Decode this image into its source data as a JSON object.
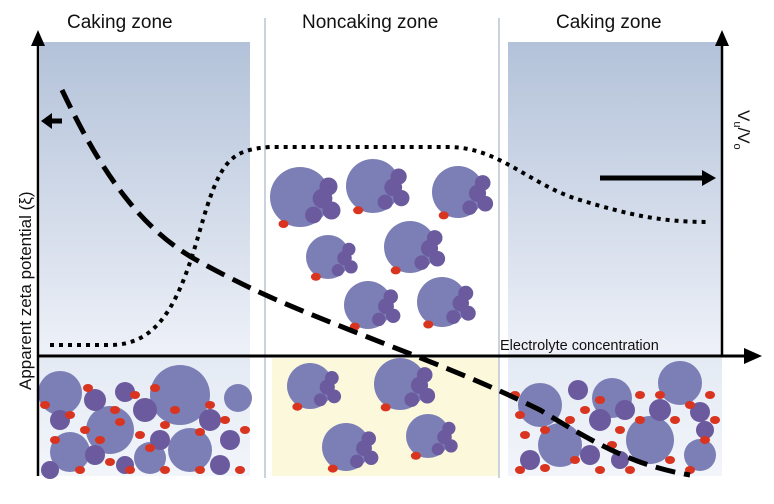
{
  "zones": {
    "left": "Caking zone",
    "middle": "Noncaking zone",
    "right": "Caking zone"
  },
  "axes": {
    "y_left_label": "Apparent zeta potential (ξ)",
    "x_label": "Electrolyte concentration",
    "y_right_label": "V",
    "y_right_sub1": "u",
    "y_right_mid": "/V",
    "y_right_sub2": "o"
  },
  "colors": {
    "panel_gradient_top": "#b3c2d9",
    "panel_gradient_bottom": "#eef1f8",
    "middle_lower_panel": "#fbf8dc",
    "particle_large": "#7b7fb5",
    "particle_medium": "#6b5a9e",
    "ion_small": "#d9341f",
    "curve": "#000000"
  },
  "icons": {
    "left_arrow": "arrow-left-icon",
    "right_arrow": "arrow-right-icon"
  }
}
